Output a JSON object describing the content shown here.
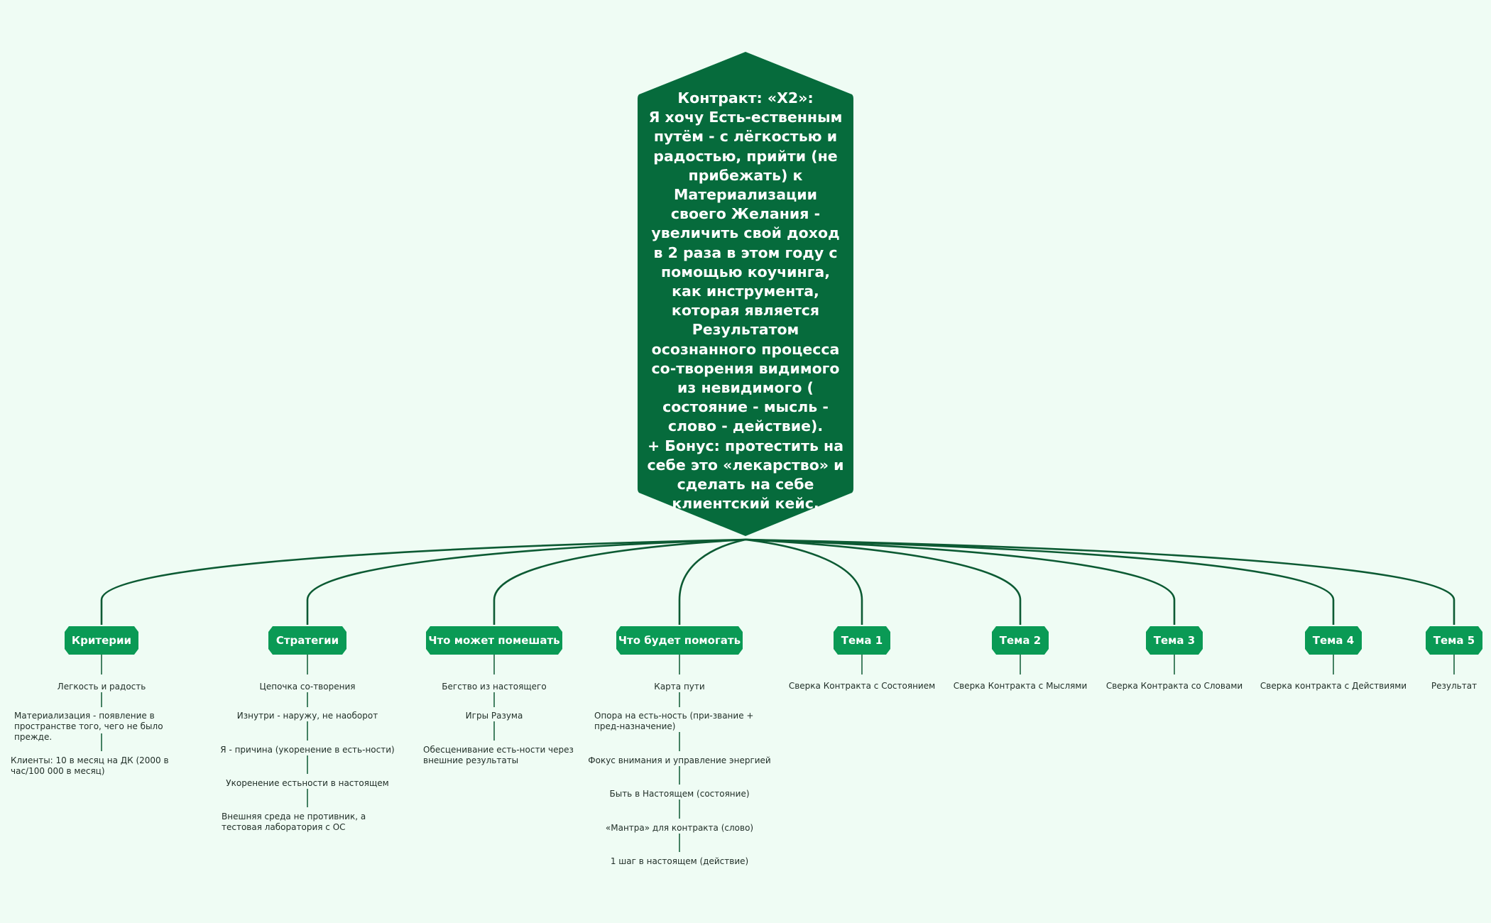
{
  "root": {
    "text": "Контракт: «Х2»:\nЯ хочу Есть-ественным путём - с лёгкостью и радостью, прийти (не прибежать) к Материализации своего Желания - увеличить свой доход в 2 раза в этом году с помощью коучинга, как инструмента, которая является Результатом осознанного процесса со-творения видимого из невидимого ( состояние - мысль - слово - действие).\n+ Бонус: протестить на себе это «лекарство» и сделать на себе клиентский кейс."
  },
  "colors": {
    "background": "#effcf4",
    "root_fill": "#066b3c",
    "branch_fill": "#0a9a55",
    "line": "#0c5a33"
  },
  "branches": [
    {
      "label": "Критерии",
      "items": [
        "Легкость и радость",
        "Материализация - появление в пространстве того, чего не было прежде.",
        "Клиенты: 10 в месяц на ДК (2000 в час/100 000 в месяц)"
      ]
    },
    {
      "label": "Стратегии",
      "items": [
        "Цепочка со-творения",
        "Изнутри - наружу, не наоборот",
        "Я - причина (укоренение в есть-ности)",
        "Укоренение естьности в настоящем",
        "Внешняя среда не противник, а тестовая лаборатория с ОС"
      ]
    },
    {
      "label": "Что может помешать",
      "items": [
        "Бегство из настоящего",
        "Игры Разума",
        "Обесценивание есть-ности через внешние результаты"
      ]
    },
    {
      "label": "Что будет помогать",
      "items": [
        "Карта пути",
        "Опора на есть-ность (при-звание + пред-назначение)",
        "Фокус внимания и управление энергией",
        "Быть в Настоящем (состояние)",
        "«Мантра» для контракта (слово)",
        "1 шаг в настоящем (действие)"
      ]
    },
    {
      "label": "Тема 1",
      "items": [
        "Сверка Контракта с Состоянием"
      ]
    },
    {
      "label": "Тема 2",
      "items": [
        "Сверка Контракта с Мыслями"
      ]
    },
    {
      "label": "Тема 3",
      "items": [
        "Сверка Контракта со Словами"
      ]
    },
    {
      "label": "Тема 4",
      "items": [
        "Сверка контракта с Действиями"
      ]
    },
    {
      "label": "Тема 5",
      "items": [
        "Результат"
      ]
    }
  ]
}
